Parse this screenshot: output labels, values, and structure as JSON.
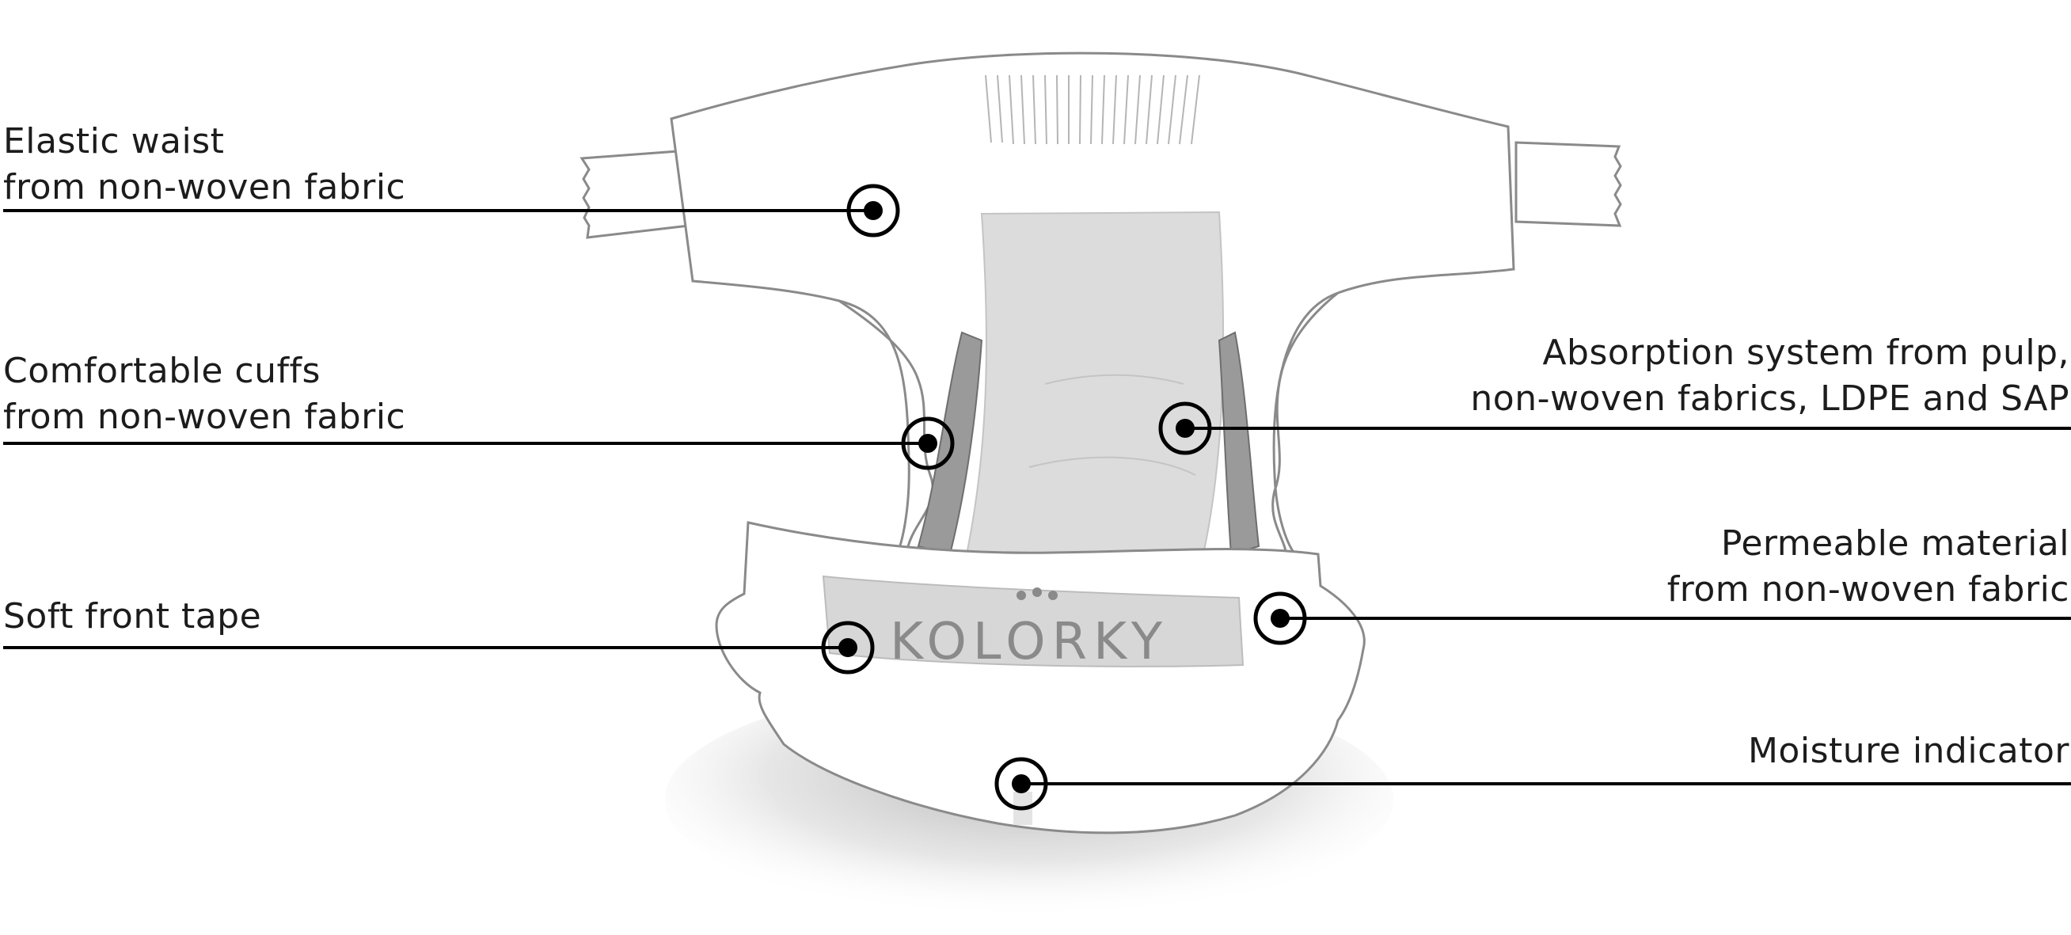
{
  "brand": {
    "logo_text": "KOLORKY",
    "accent": "#1a1a1a",
    "tint": "#d9d9d9"
  },
  "callouts": [
    {
      "id": "elastic-waist",
      "side": "left",
      "lines": [
        "Elastic waist",
        "from non-woven fabric"
      ]
    },
    {
      "id": "comfortable-cuffs",
      "side": "left",
      "lines": [
        "Comfortable cuffs",
        "from non-woven fabric"
      ]
    },
    {
      "id": "soft-front-tape",
      "side": "left",
      "lines": [
        "Soft front tape"
      ]
    },
    {
      "id": "absorption-system",
      "side": "right",
      "lines": [
        "Absorption system from pulp,",
        "non-woven fabrics, LDPE and SAP"
      ]
    },
    {
      "id": "permeable-material",
      "side": "right",
      "lines": [
        "Permeable material",
        "from non-woven fabric"
      ]
    },
    {
      "id": "moisture-indicator",
      "side": "right",
      "lines": [
        "Moisture indicator"
      ]
    }
  ]
}
